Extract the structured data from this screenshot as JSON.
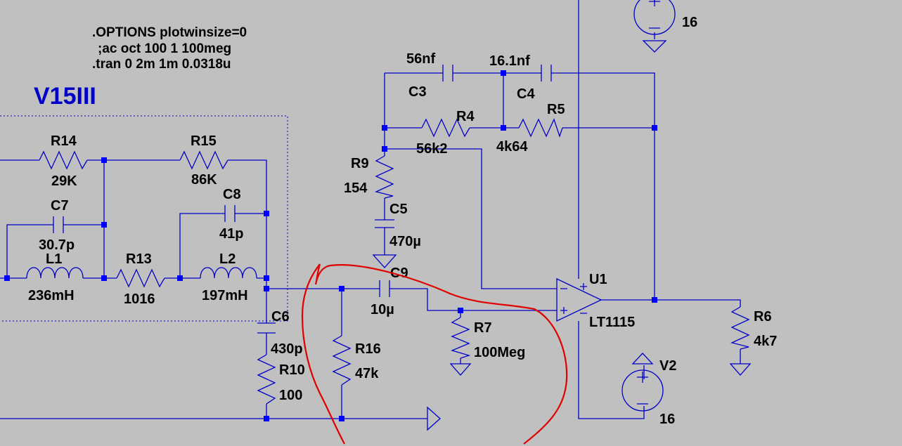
{
  "directives": [
    ".OPTIONS plotwinsize=0",
    ";ac oct 100 1 100meg",
    ".tran 0 2m 1m 0.0318u"
  ],
  "block_label": "V15III",
  "components": {
    "R14": {
      "name": "R14",
      "value": "29K"
    },
    "R15": {
      "name": "R15",
      "value": "86K"
    },
    "C7": {
      "name": "C7",
      "value": "30.7p"
    },
    "C8": {
      "name": "C8",
      "value": "41p"
    },
    "L1": {
      "name": "L1",
      "value": "236mH"
    },
    "R13": {
      "name": "R13",
      "value": "1016"
    },
    "L2": {
      "name": "L2",
      "value": "197mH"
    },
    "C6": {
      "name": "C6",
      "value": "430p"
    },
    "R10": {
      "name": "R10",
      "value": "100"
    },
    "R16": {
      "name": "R16",
      "value": "47k"
    },
    "C9": {
      "name": "C9",
      "value": "10µ"
    },
    "R7": {
      "name": "R7",
      "value": "100Meg"
    },
    "R9": {
      "name": "R9",
      "value": "154"
    },
    "C5": {
      "name": "C5",
      "value": "470µ"
    },
    "C3": {
      "name": "C3",
      "value": "56nf"
    },
    "C4": {
      "name": "C4",
      "value": "16.1nf"
    },
    "R4": {
      "name": "R4",
      "value": "56k2"
    },
    "R5": {
      "name": "R5",
      "value": "4k64"
    },
    "U1": {
      "name": "U1",
      "value": "LT1115"
    },
    "R6": {
      "name": "R6",
      "value": "4k7"
    },
    "V2": {
      "name": "V2",
      "value": "16"
    },
    "V1": {
      "value": "16"
    }
  },
  "colors": {
    "background": "#c0c0c0",
    "wire": "#0000c8",
    "junction": "#0000ff",
    "label": "#000000",
    "block_label": "#0000c8",
    "annotation": "#e00000"
  }
}
